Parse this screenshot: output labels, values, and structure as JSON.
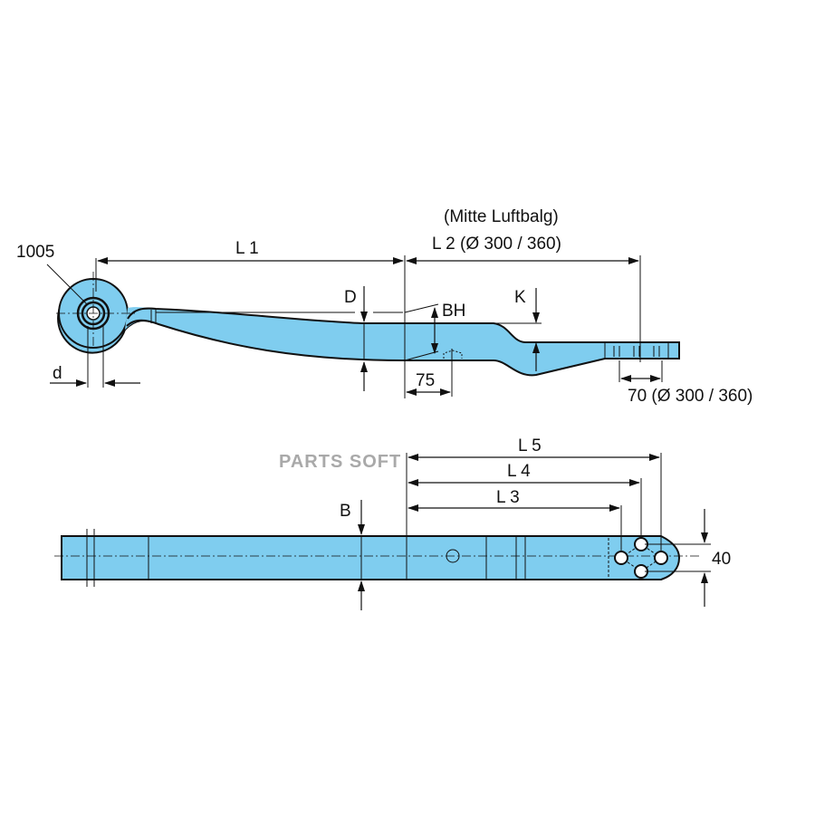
{
  "labels": {
    "eye": "1005",
    "l1": "L 1",
    "mitte": "(Mitte Luftbalg)",
    "l2": "L 2 (Ø 300 / 360)",
    "d_small": "d",
    "d_big": "D",
    "bh": "BH",
    "k": "K",
    "l75": "75",
    "l70": "70 (Ø 300 / 360)",
    "l5": "L 5",
    "l4": "L 4",
    "l3": "L 3",
    "b": "B",
    "l40": "40"
  },
  "watermark": "PARTS SOFT",
  "colors": {
    "part": "#7fcdef",
    "line": "#111111"
  }
}
